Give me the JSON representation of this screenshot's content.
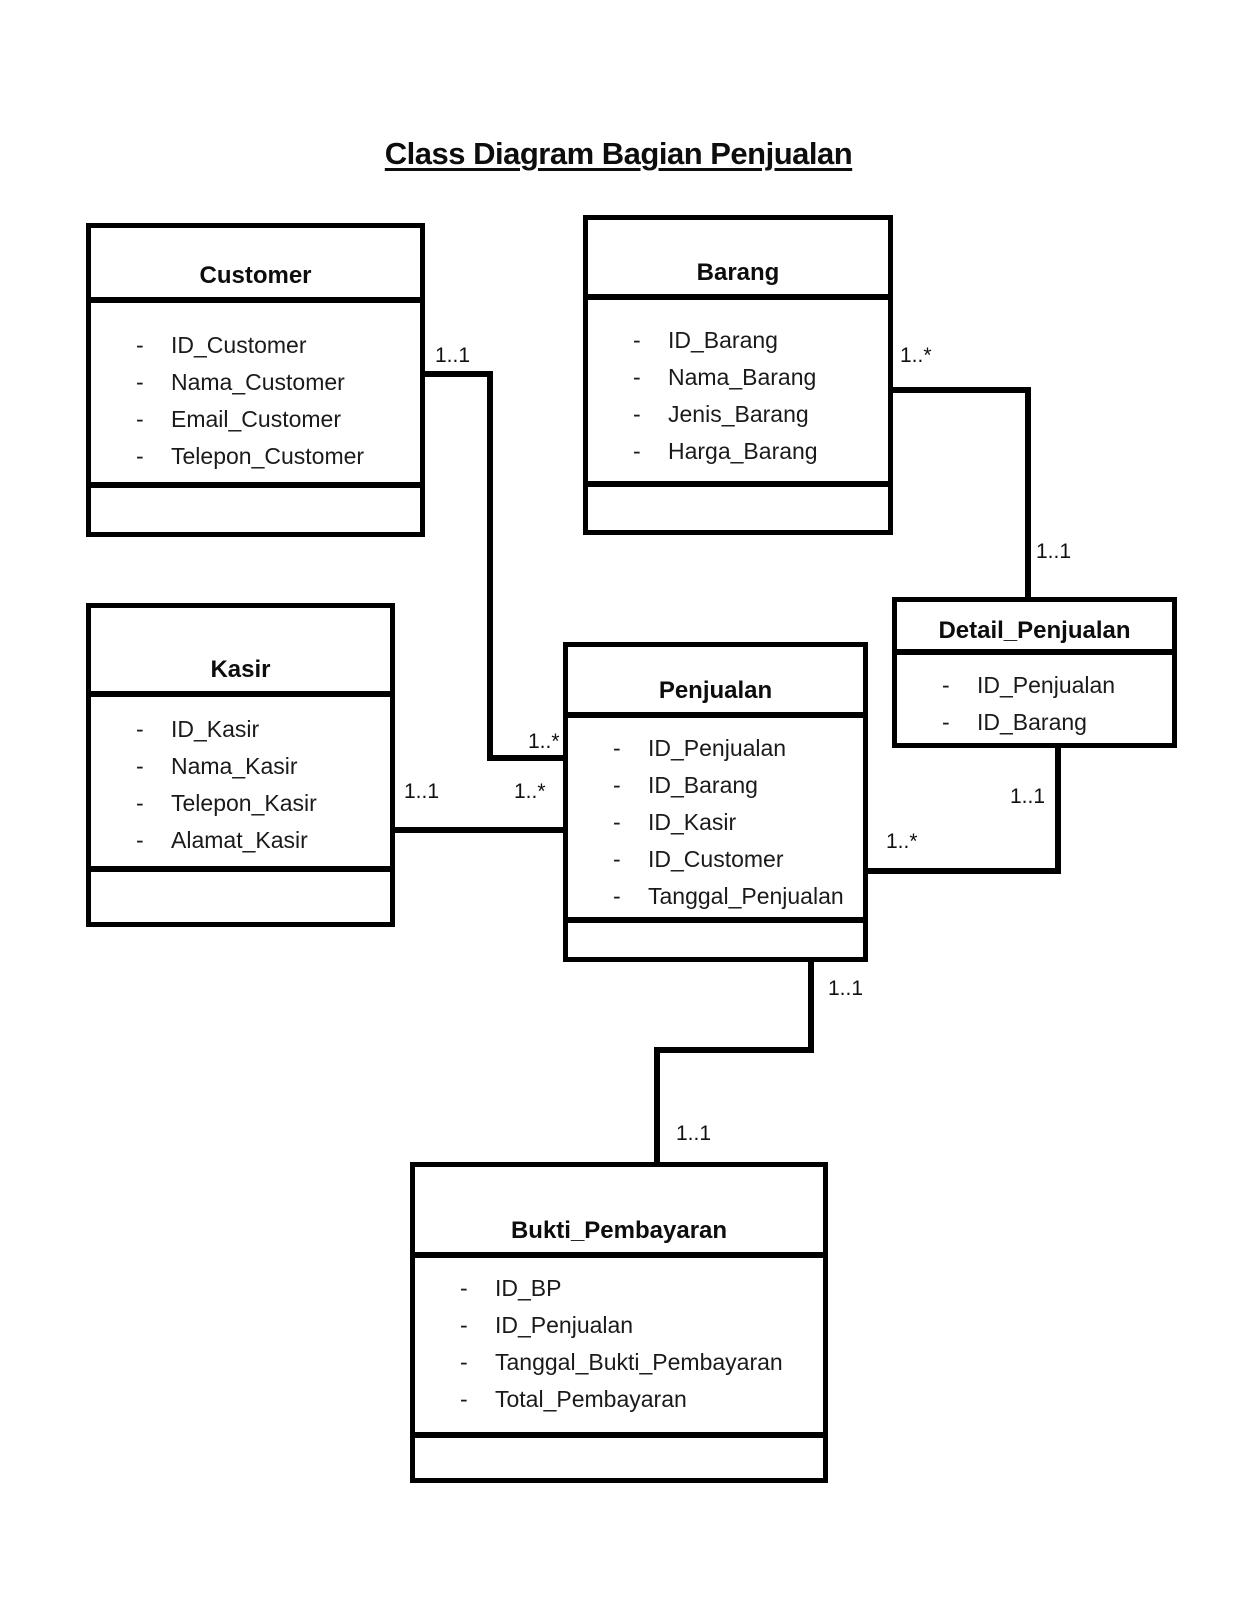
{
  "diagram": {
    "title": "Class Diagram Bagian Penjualan",
    "colors": {
      "line": "#000000",
      "background": "#ffffff",
      "text": "#1a1a1a"
    },
    "classes": [
      {
        "name": "Customer",
        "attributes": [
          "ID_Customer",
          "Nama_Customer",
          "Email_Customer",
          "Telepon_Customer"
        ],
        "methods": []
      },
      {
        "name": "Barang",
        "attributes": [
          "ID_Barang",
          "Nama_Barang",
          "Jenis_Barang",
          "Harga_Barang"
        ],
        "methods": []
      },
      {
        "name": "Kasir",
        "attributes": [
          "ID_Kasir",
          "Nama_Kasir",
          "Telepon_Kasir",
          "Alamat_Kasir"
        ],
        "methods": []
      },
      {
        "name": "Penjualan",
        "attributes": [
          "ID_Penjualan",
          "ID_Barang",
          "ID_Kasir",
          "ID_Customer",
          "Tanggal_Penjualan"
        ],
        "methods": []
      },
      {
        "name": "Detail_Penjualan",
        "attributes": [
          "ID_Penjualan",
          "ID_Barang"
        ],
        "methods": []
      },
      {
        "name": "Bukti_Pembayaran",
        "attributes": [
          "ID_BP",
          "ID_Penjualan",
          "Tanggal_Bukti_Pembayaran",
          "Total_Pembayaran"
        ],
        "methods": []
      }
    ],
    "relationships": [
      {
        "from": "Customer",
        "to": "Penjualan",
        "from_multiplicity": "1..1",
        "to_multiplicity": "1..*"
      },
      {
        "from": "Kasir",
        "to": "Penjualan",
        "from_multiplicity": "1..1",
        "to_multiplicity": "1..*"
      },
      {
        "from": "Barang",
        "to": "Detail_Penjualan",
        "from_multiplicity": "1..*",
        "to_multiplicity": "1..1"
      },
      {
        "from": "Detail_Penjualan",
        "to": "Penjualan",
        "from_multiplicity": "1..1",
        "to_multiplicity": "1..*"
      },
      {
        "from": "Penjualan",
        "to": "Bukti_Pembayaran",
        "from_multiplicity": "1..1",
        "to_multiplicity": "1..1"
      }
    ]
  }
}
